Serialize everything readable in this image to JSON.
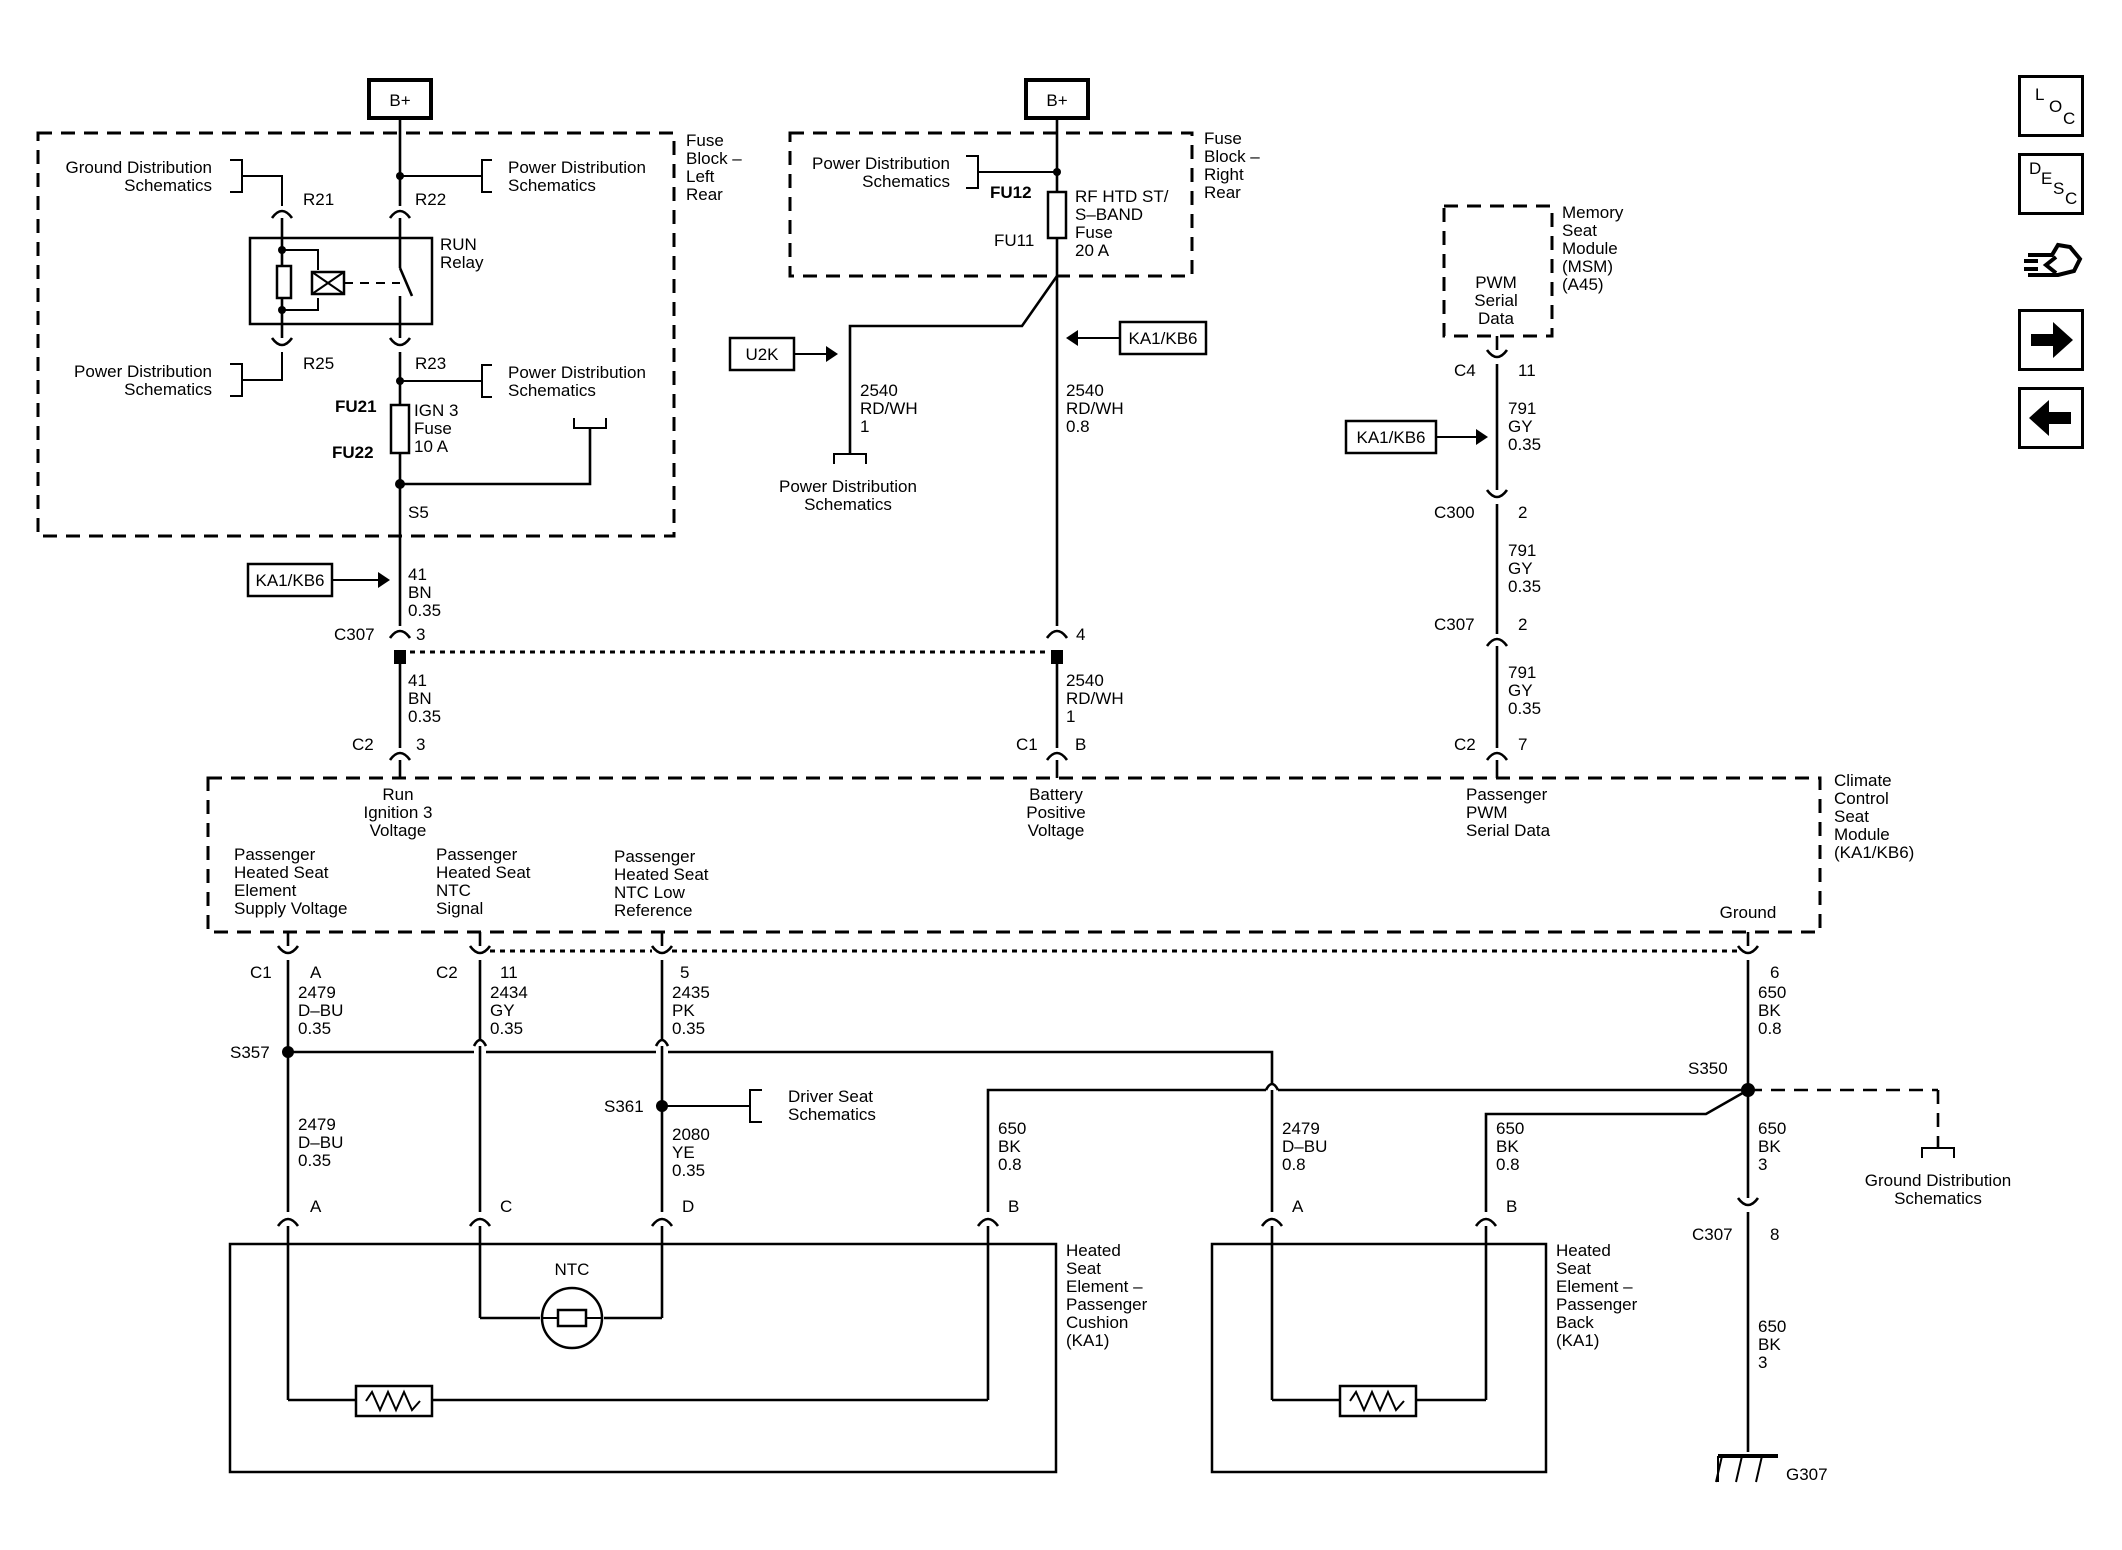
{
  "labels": {
    "b_plus": "B+",
    "fuse_block_lr": "Fuse|Block –|Left|Rear",
    "fuse_block_rr": "Fuse|Block –|Right|Rear",
    "ground_dist": "Ground Distribution|Schematics",
    "power_dist": "Power Distribution|Schematics",
    "driver_seat": "Driver Seat|Schematics",
    "run_relay": "RUN|Relay",
    "r21": "R21",
    "r22": "R22",
    "r23": "R23",
    "r25": "R25",
    "fu21": "FU21",
    "fu22": "FU22",
    "fu12": "FU12",
    "fu11": "FU11",
    "ign3_fuse": "IGN 3|Fuse|10 A",
    "rf_fuse": "RF HTD ST/|S–BAND|Fuse|20 A",
    "s5": "S5",
    "s357": "S357",
    "s361": "S361",
    "s350": "S350",
    "c307": "C307",
    "c2": "C2",
    "c1": "C1",
    "c4": "C4",
    "c300": "C300",
    "ka1kb6": "KA1/KB6",
    "u2k": "U2K",
    "msm": "Memory|Seat|Module|(MSM)|(A45)",
    "pwm_serial": "PWM|Serial|Data",
    "ccsm": "Climate|Control|Seat|Module|(KA1/KB6)",
    "run_ign": "Run|Ignition 3|Voltage",
    "batt_pos": "Battery|Positive|Voltage",
    "pass_pwm": "Passenger|PWM|Serial Data",
    "elem_supply": "Passenger|Heated Seat|Element|Supply Voltage",
    "ntc_signal": "Passenger|Heated Seat|NTC|Signal",
    "ntc_low": "Passenger|Heated Seat|NTC Low|Reference",
    "ground": "Ground",
    "ntc": "NTC",
    "cushion": "Heated|Seat|Element –|Passenger|Cushion|(KA1)",
    "back": "Heated|Seat|Element –|Passenger|Back|(KA1)",
    "g307": "G307",
    "w41": "41|BN|0.35",
    "w2540_1": "2540|RD/WH|1",
    "w2540_08": "2540|RD/WH|0.8",
    "w791": "791|GY|0.35",
    "w2479_035": "2479|D–BU|0.35",
    "w2434": "2434|GY|0.35",
    "w2435": "2435|PK|0.35",
    "w650_08": "650|BK|0.8",
    "w2479_08": "2479|D–BU|0.8",
    "w2080": "2080|YE|0.35",
    "w650_3": "650|BK|3",
    "p3": "3",
    "p4": "4",
    "pB": "B",
    "p11": "11",
    "p2": "2",
    "p7": "7",
    "pA": "A",
    "p5": "5",
    "p6": "6",
    "pC": "C",
    "pD": "D",
    "p8": "8"
  },
  "nav": {
    "loc_letters": "LOC",
    "desc_letters": "DESC",
    "icons": [
      "locate-component-icon",
      "description-icon",
      "connector-view-icon",
      "next-page-arrow-icon",
      "previous-page-arrow-icon"
    ]
  }
}
